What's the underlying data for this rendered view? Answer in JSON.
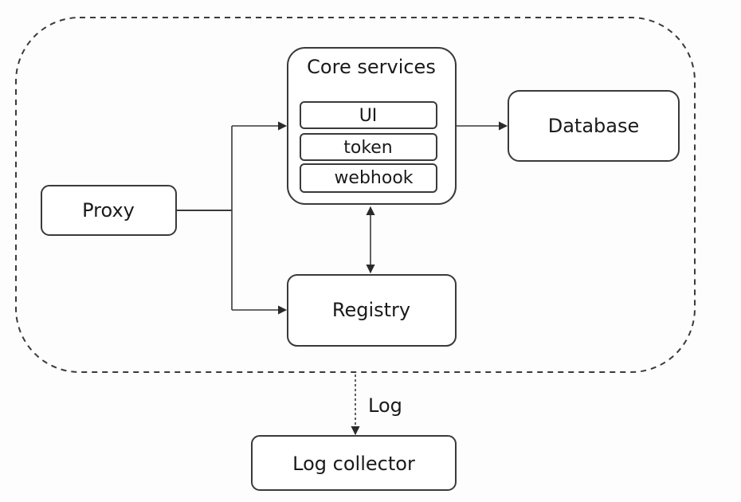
{
  "nodes": {
    "core_services": {
      "label": "Core services"
    },
    "ui": {
      "label": "UI"
    },
    "token": {
      "label": "token"
    },
    "webhook": {
      "label": "webhook"
    },
    "database": {
      "label": "Database"
    },
    "proxy": {
      "label": "Proxy"
    },
    "registry": {
      "label": "Registry"
    },
    "log_collector": {
      "label": "Log collector"
    }
  },
  "edges": {
    "log_label": "Log"
  },
  "colors": {
    "stroke": "#3a3a3a",
    "text": "#1a1a1a",
    "background": "#fdfdfd"
  }
}
